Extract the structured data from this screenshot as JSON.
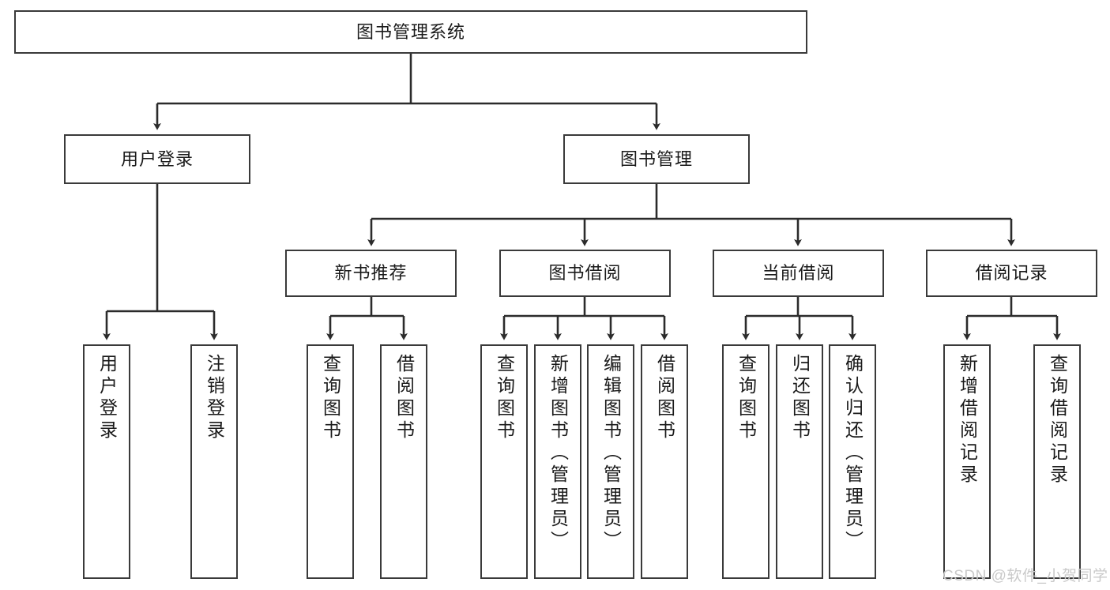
{
  "diagram": {
    "title": "图书管理系统",
    "watermark": "CSDN @软件_小贺同学",
    "colors": {
      "box_border": "#3a3a3a",
      "box_fill": "#ffffff",
      "edge": "#2b2b2b",
      "text": "#1a1a1a",
      "watermark": "#c9c9c9",
      "background": "#ffffff"
    },
    "root": {
      "label": "图书管理系统"
    },
    "level2": [
      {
        "label": "用户登录"
      },
      {
        "label": "图书管理"
      }
    ],
    "level3": [
      {
        "label": "新书推荐"
      },
      {
        "label": "图书借阅"
      },
      {
        "label": "当前借阅"
      },
      {
        "label": "借阅记录"
      }
    ],
    "leaves": {
      "user_login": [
        {
          "label": "用户登录"
        },
        {
          "label": "注销登录"
        }
      ],
      "new_book": [
        {
          "label": "查询图书"
        },
        {
          "label": "借阅图书"
        }
      ],
      "book_borrow": [
        {
          "label": "查询图书"
        },
        {
          "label": "新增图书（管理员）"
        },
        {
          "label": "编辑图书（管理员）"
        },
        {
          "label": "借阅图书"
        }
      ],
      "current_borrow": [
        {
          "label": "查询图书"
        },
        {
          "label": "归还图书"
        },
        {
          "label": "确认归还（管理员）"
        }
      ],
      "borrow_record": [
        {
          "label": "新增借阅记录"
        },
        {
          "label": "查询借阅记录"
        }
      ]
    }
  }
}
